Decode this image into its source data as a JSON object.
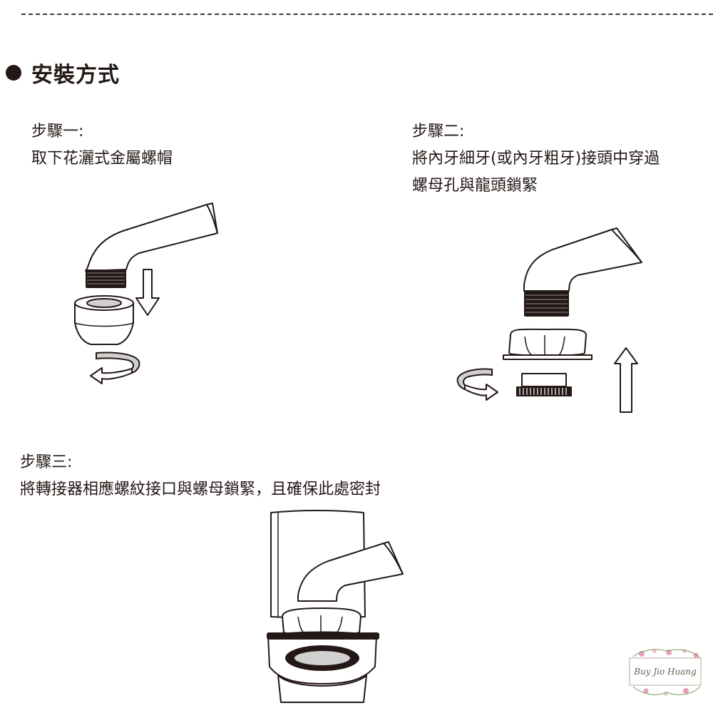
{
  "section": {
    "title": "安裝方式"
  },
  "steps": [
    {
      "heading": "步驟一:",
      "lines": [
        "取下花灑式金屬螺帽"
      ]
    },
    {
      "heading": "步驟二:",
      "lines": [
        "將內牙細牙(或內牙粗牙)接頭中穿過",
        "螺母孔與龍頭鎖緊"
      ]
    },
    {
      "heading": "步驟三:",
      "lines": [
        "將轉接器相應螺紋接口與螺母鎖緊，且確保此處密封"
      ]
    }
  ],
  "watermark": {
    "text": "Buy Jio Huang"
  },
  "colors": {
    "ink": "#231815",
    "accent_pink": "#e8a0b4",
    "leaf_green": "#7a9a5a"
  },
  "icons": [
    "bullet-icon",
    "arrow-down-icon",
    "arrow-up-icon",
    "rotate-arrow-icon"
  ]
}
